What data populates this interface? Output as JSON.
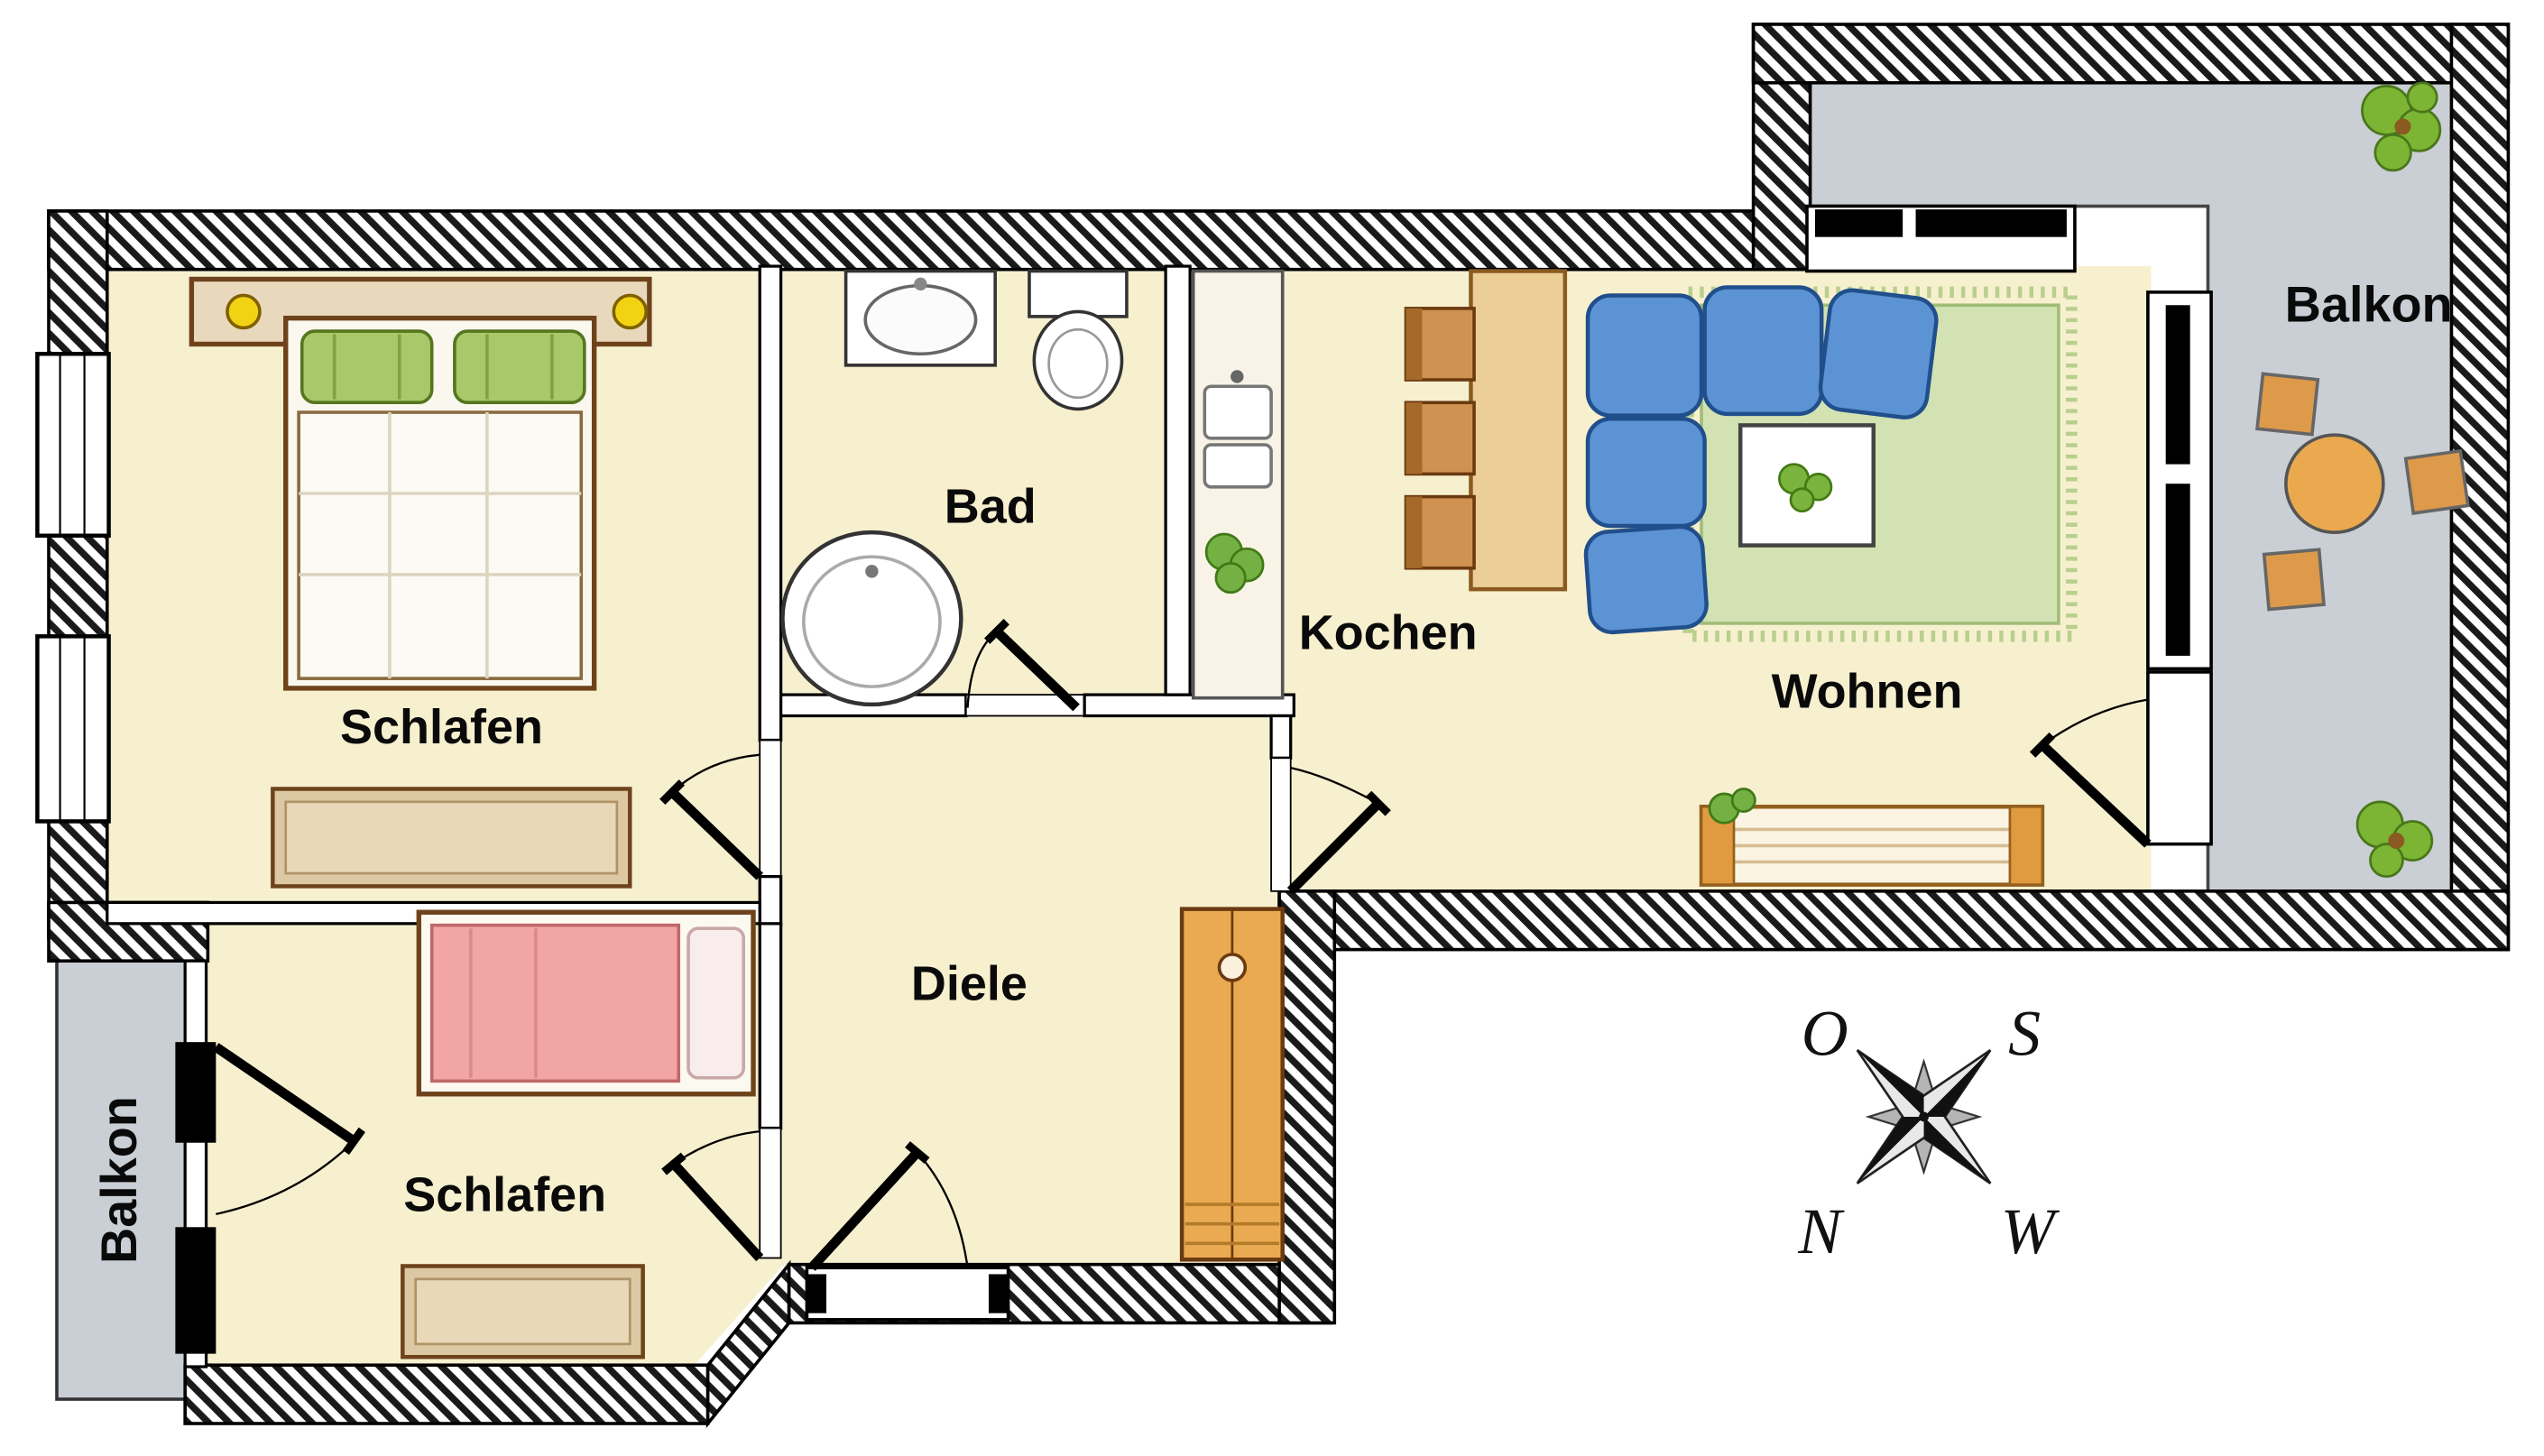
{
  "rooms": {
    "bedroom_main": {
      "label": "Schlafen"
    },
    "bedroom_second": {
      "label": "Schlafen"
    },
    "bathroom": {
      "label": "Bad"
    },
    "kitchen": {
      "label": "Kochen"
    },
    "living_room": {
      "label": "Wohnen"
    },
    "hallway": {
      "label": "Diele"
    },
    "balcony_right": {
      "label": "Balkon"
    },
    "balcony_left": {
      "label": "Balkon"
    }
  },
  "compass": {
    "east_label": "O",
    "south_label": "S",
    "north_label": "N",
    "west_label": "W"
  },
  "colors": {
    "room_floor": "#f7f0cf",
    "balcony_floor": "#c9cfd4",
    "wall": "#111111",
    "sofa_blue": "#5b93d4",
    "rug_green": "#d2e2b2",
    "wood_furniture": "#e9aa52",
    "pillow_green": "#a8c86a",
    "blanket_pink": "#f2a5a5",
    "table_wood": "#eaa94e"
  }
}
